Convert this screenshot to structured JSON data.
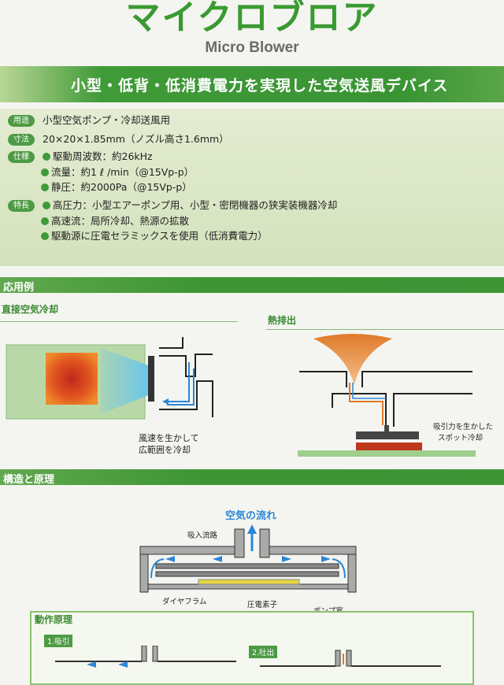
{
  "header": {
    "title": "マイクロブロア",
    "subtitle": "Micro Blower",
    "tagline": "小型・低背・低消費電力を実現した空気送風デバイス"
  },
  "spec": {
    "usage_tag": "用途",
    "usage": "小型空気ポンプ・冷却送風用",
    "size_tag": "寸法",
    "size": "20×20×1.85mm（ノズル高さ1.6mm）",
    "spec_tag": "仕様",
    "spec_items": [
      "駆動周波数：約26kHz",
      "流量：約1 ℓ /min（@15Vp-p）",
      "静圧：約2000Pa（@15Vp-p）"
    ],
    "feature_tag": "特長",
    "feature_items": [
      "高圧力：小型エアーポンプ用、小型・密閉機器の狭実装機器冷却",
      "高速流：局所冷却、熱源の拡散",
      "駆動源に圧電セラミックスを使用（低消費電力）"
    ]
  },
  "applications": {
    "heading": "応用例",
    "direct_cooling": "直接空気冷却",
    "direct_caption_1": "風速を生かして",
    "direct_caption_2": "広範囲を冷却",
    "heat_exhaust": "熱排出",
    "exhaust_caption_1": "吸引力を生かした",
    "exhaust_caption_2": "スポット冷却"
  },
  "structure": {
    "heading": "構造と原理",
    "air_flow": "空気の流れ",
    "intake": "吸入流路",
    "diaphragm": "ダイヤフラム",
    "piezo": "圧電素子",
    "pump_chamber": "ポンプ室"
  },
  "operation": {
    "heading": "動作原理",
    "step1": "1.吸引",
    "step2": "2.吐出"
  },
  "colors": {
    "green": "#3f9a37",
    "blue_flow": "#2b86d6",
    "heat_orange": "#e07a2a"
  }
}
